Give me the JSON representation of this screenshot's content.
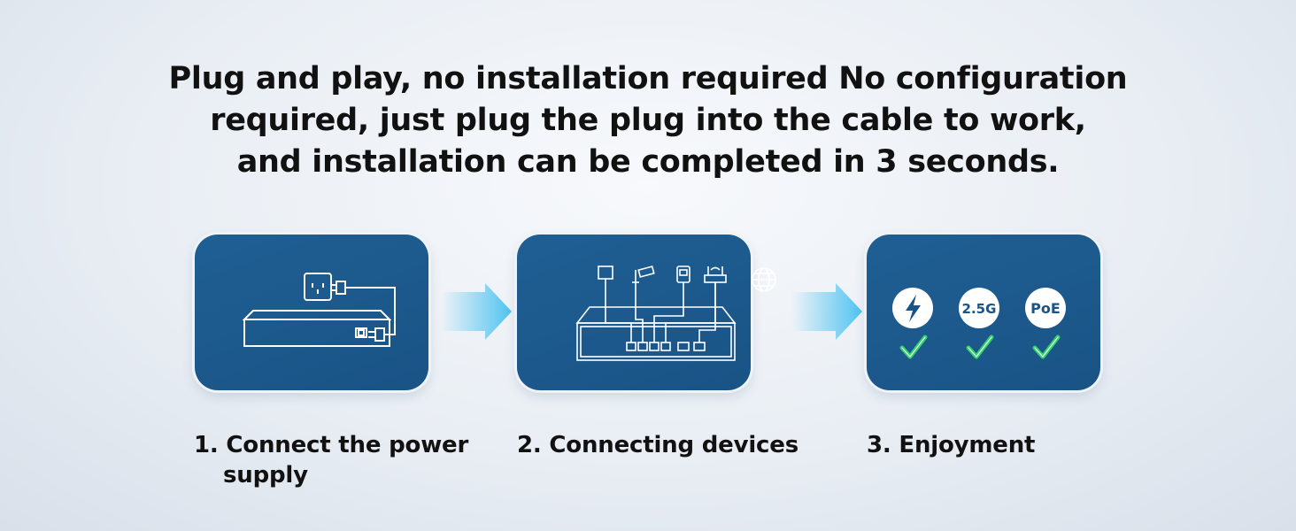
{
  "headline": {
    "line1": "Plug and play, no installation required No configuration",
    "line2": "required, just plug the plug into the cable to work,",
    "line3": "and installation can be completed in 3 seconds."
  },
  "steps": [
    {
      "label_line1": "1. Connect the power",
      "label_line2": "supply",
      "icon": "power-plug-icon"
    },
    {
      "label_line1": "2. Connecting devices",
      "icon": "network-switch-icon"
    },
    {
      "label_line1": "3. Enjoyment",
      "icon": "features-icon"
    }
  ],
  "badges": {
    "speed": "2.5G",
    "poe": "PoE",
    "lightning_icon": "lightning-icon",
    "check_icon": "checkmark-icon"
  },
  "colors": {
    "card": "#1a5386",
    "arrow": "#4fc3f0",
    "check": "#2fd36a"
  }
}
